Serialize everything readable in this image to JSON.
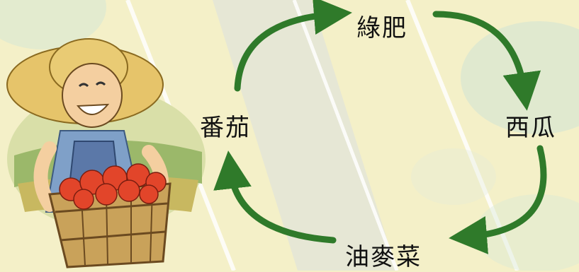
{
  "cycle": {
    "top_label": "綠肥",
    "right_label": "西瓜",
    "bottom_label": "油麥菜",
    "left_label": "番茄"
  },
  "colors": {
    "arrow": "#2f7a2a",
    "arrow_dark": "#1f5a1c",
    "background": "#f4f0c8",
    "stripe": "#e6e6d2"
  },
  "illustration": {
    "subject": "farmer-with-tomato-basket"
  }
}
